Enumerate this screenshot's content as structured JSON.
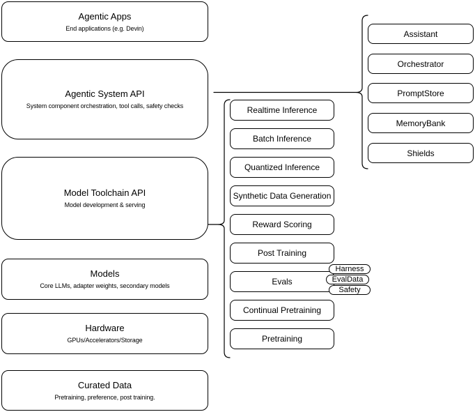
{
  "diagram": {
    "stack_layers": [
      {
        "title": "Agentic Apps",
        "subtitle": "End applications (e.g. Devin)"
      },
      {
        "title": "Agentic System API",
        "subtitle": "System component orchestration, tool calls, safety checks"
      },
      {
        "title": "Model Toolchain API",
        "subtitle": "Model development & serving"
      },
      {
        "title": "Models",
        "subtitle": "Core LLMs, adapter weights, secondary models"
      },
      {
        "title": "Hardware",
        "subtitle": "GPUs/Accelerators/Storage"
      },
      {
        "title": "Curated Data",
        "subtitle": "Pretraining, preference, post training."
      }
    ],
    "toolchain_components": [
      "Realtime Inference",
      "Batch Inference",
      "Quantized Inference",
      "Synthetic Data Generation",
      "Reward Scoring",
      "Post Training",
      "Evals",
      "Continual Pretraining",
      "Pretraining"
    ],
    "evals_tags": [
      "Harness",
      "EvalData",
      "Safety"
    ],
    "system_components": [
      "Assistant",
      "Orchestrator",
      "PromptStore",
      "MemoryBank",
      "Shields"
    ],
    "colors": {
      "stroke": "#000000",
      "background": "#ffffff",
      "text": "#000000"
    }
  }
}
